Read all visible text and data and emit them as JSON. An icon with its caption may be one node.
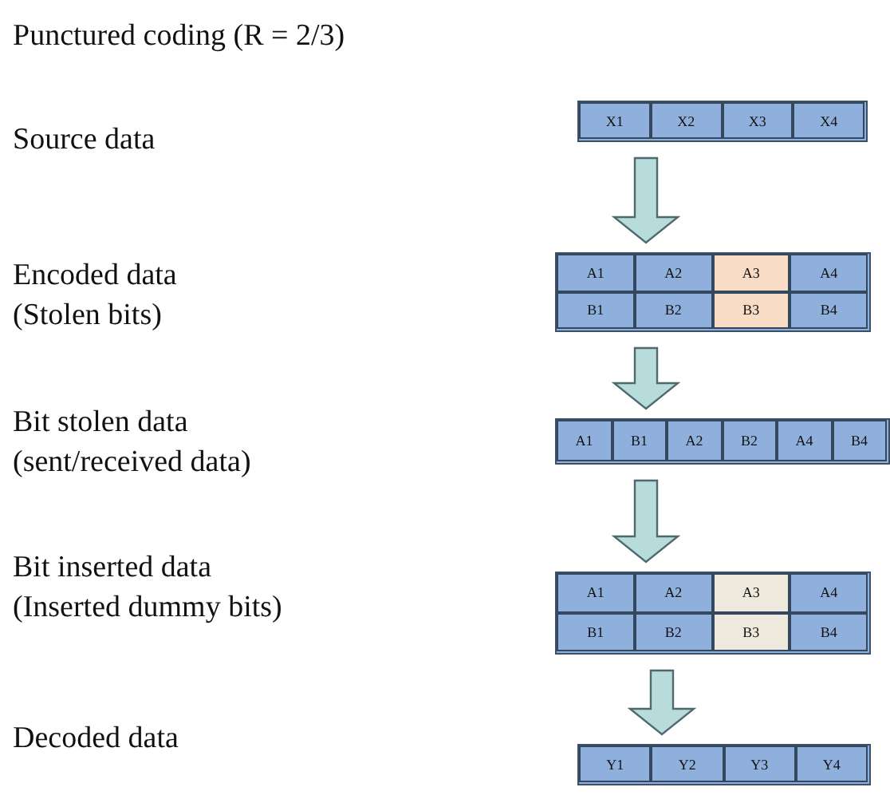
{
  "diagram": {
    "title": "Punctured coding (R = 2/3)",
    "nodes": [
      {
        "text": [],
        "shape": "box"
      },
      {
        "text": [
          "X1"
        ],
        "in": 0
      },
      {
        "text": [
          "X2"
        ],
        "in": 0
      },
      {
        "text": [
          "X3"
        ],
        "in": 0
      },
      {
        "text": [
          "X4"
        ],
        "in": 0
      },
      {
        "text": [],
        "shape": "box"
      },
      {
        "text": [
          "A1"
        ],
        "in": 5
      },
      {
        "text": [
          "A2"
        ],
        "in": 5
      },
      {
        "text": [
          "A3"
        ],
        "in": 5
      },
      {
        "text": [
          "A4"
        ],
        "in": 5
      },
      {
        "text": [
          "B1"
        ],
        "in": 5
      },
      {
        "text": [
          "B2"
        ],
        "in": 5
      },
      {
        "text": [
          "B3"
        ],
        "in": 5
      },
      {
        "text": [
          "B4"
        ],
        "in": 5
      },
      {
        "text": [],
        "shape": "box"
      },
      {
        "text": [
          "A1"
        ],
        "in": 14
      },
      {
        "text": [
          "B1"
        ],
        "in": 14
      },
      {
        "text": [
          "A2"
        ],
        "in": 14
      },
      {
        "text": [
          "B2"
        ],
        "in": 14
      },
      {
        "text": [
          "A4"
        ],
        "in": 14
      },
      {
        "text": [
          "B4"
        ],
        "in": 14
      },
      {
        "text": [],
        "shape": "box"
      },
      {
        "text": [
          "A1"
        ],
        "in": 21
      },
      {
        "text": [
          "A2"
        ],
        "in": 21
      },
      {
        "text": [
          "A3"
        ],
        "in": 21
      },
      {
        "text": [
          "A4"
        ],
        "in": 21
      },
      {
        "text": [
          "B1"
        ],
        "in": 21
      },
      {
        "text": [
          "B2"
        ],
        "in": 21
      },
      {
        "text": [
          "B3"
        ],
        "in": 21
      },
      {
        "text": [
          "B4"
        ],
        "in": 21
      },
      {
        "text": [],
        "shape": "box"
      },
      {
        "text": [
          "Y1"
        ],
        "in": 30
      },
      {
        "text": [
          "Y2"
        ],
        "in": 30
      },
      {
        "text": [
          "Y3"
        ],
        "in": 30
      },
      {
        "text": [
          "Y4"
        ],
        "in": 30
      }
    ],
    "edges": [
      {
        "from": 0,
        "to": 5,
        "arrow": "to"
      },
      {
        "from": 5,
        "to": 14,
        "arrow": "to"
      },
      {
        "from": 14,
        "to": 21,
        "arrow": "to"
      },
      {
        "from": 21,
        "to": 30,
        "arrow": "to"
      }
    ],
    "labels": [
      "Source data",
      "Encoded data",
      "(Stolen bits)",
      "Bit stolen data",
      "(sent/received data)",
      "Bit inserted data",
      "(Inserted dummy bits)",
      "Decoded data"
    ]
  }
}
